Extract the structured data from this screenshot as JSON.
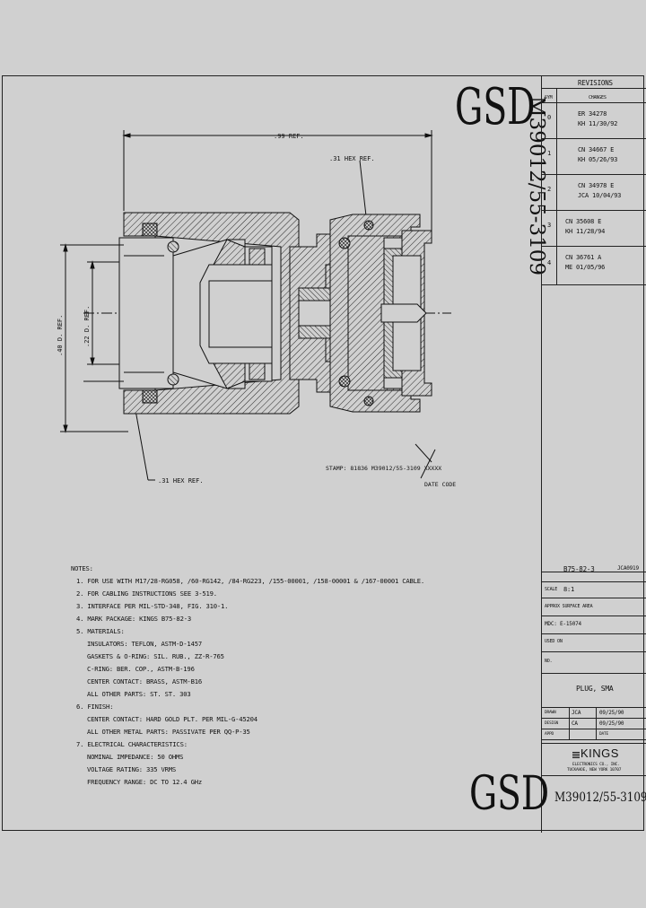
{
  "logos": {
    "gsd_top": "GSD",
    "gsd_bottom": "GSD"
  },
  "drawing_number": "M39012/55-3109",
  "revisions": {
    "title": "REVISIONS",
    "col_sym": "SYM",
    "col_changes": "CHANGES",
    "rows": [
      {
        "sym": "0",
        "line1": "ER 34278",
        "line2": "KH 11/30/92"
      },
      {
        "sym": "1",
        "line1": "CN 34667 E",
        "line2": "KH 05/26/93"
      },
      {
        "sym": "2",
        "line1": "CN 34978 E",
        "line2": "JCA 10/04/93"
      },
      {
        "sym": "3",
        "line1": "CN 35608 E",
        "line2": "KH 11/28/94"
      },
      {
        "sym": "4",
        "line1": "CN 36761 A",
        "line2": "ME 01/05/96"
      }
    ]
  },
  "dimensions": {
    "overall_length": ".99 REF.",
    "hex_top": ".31 HEX REF.",
    "hex_bottom": ".31 HEX REF.",
    "dia_40": ".40 D. REF.",
    "dia_22": ".22 D. REF.",
    "stamp": "STAMP: 81836 M39012/55-3109 XXXXX",
    "date_code": "DATE CODE"
  },
  "notes": {
    "title": "NOTES:",
    "lines": [
      "1. FOR USE WITH M17/28-RG058, /60-RG142, /84-RG223, /155-00001, /158-00001 & /167-00001 CABLE.",
      "2. FOR CABLING INSTRUCTIONS SEE 3-519.",
      "3. INTERFACE PER MIL-STD-348, FIG. 310-1.",
      "4. MARK PACKAGE: KINGS B75-82-3",
      "5. MATERIALS:",
      "INSULATORS: TEFLON, ASTM-D-1457",
      "GASKETS & O-RING: SIL. RUB., ZZ-R-765",
      "C-RING: BER. COP., ASTM-B-196",
      "CENTER CONTACT: BRASS, ASTM-B16",
      "ALL OTHER PARTS: ST. ST. 303",
      "6. FINISH:",
      "CENTER CONTACT: HARD GOLD PLT. PER MIL-G-45204",
      "ALL OTHER METAL PARTS: PASSIVATE PER QQ-P-35",
      "7. ELECTRICAL CHARACTERISTICS:",
      "NOMINAL IMPEDANCE: 50 OHMS",
      "VOLTAGE RATING: 335 VRMS",
      "FREQUENCY RANGE: DC TO 12.4 GHz"
    ]
  },
  "title_block": {
    "part_number": "B75-82-3",
    "part_code": "JCA0919",
    "scale_label": "SCALE",
    "scale_value": "8:1",
    "approx_label": "APPROX SURFACE AREA",
    "mdc_line": "MDC: E-15074",
    "user_label": "USED ON",
    "no_label": "NO.",
    "title": "PLUG, SMA",
    "drawn_label": "DRAWN",
    "drawn_by": "JCA",
    "drawn_date": "09/25/90",
    "design_label": "DESIGN",
    "design_by": "CA",
    "design_date": "09/25/90",
    "appd_label": "APPD",
    "date_label": "DATE",
    "company_name": "KINGS",
    "company_line1": "ELECTRONICS CO., INC.",
    "company_line2": "TUCKAHOE, NEW YORK 10707",
    "drawing_number_bottom": "M39012/55-3109"
  }
}
